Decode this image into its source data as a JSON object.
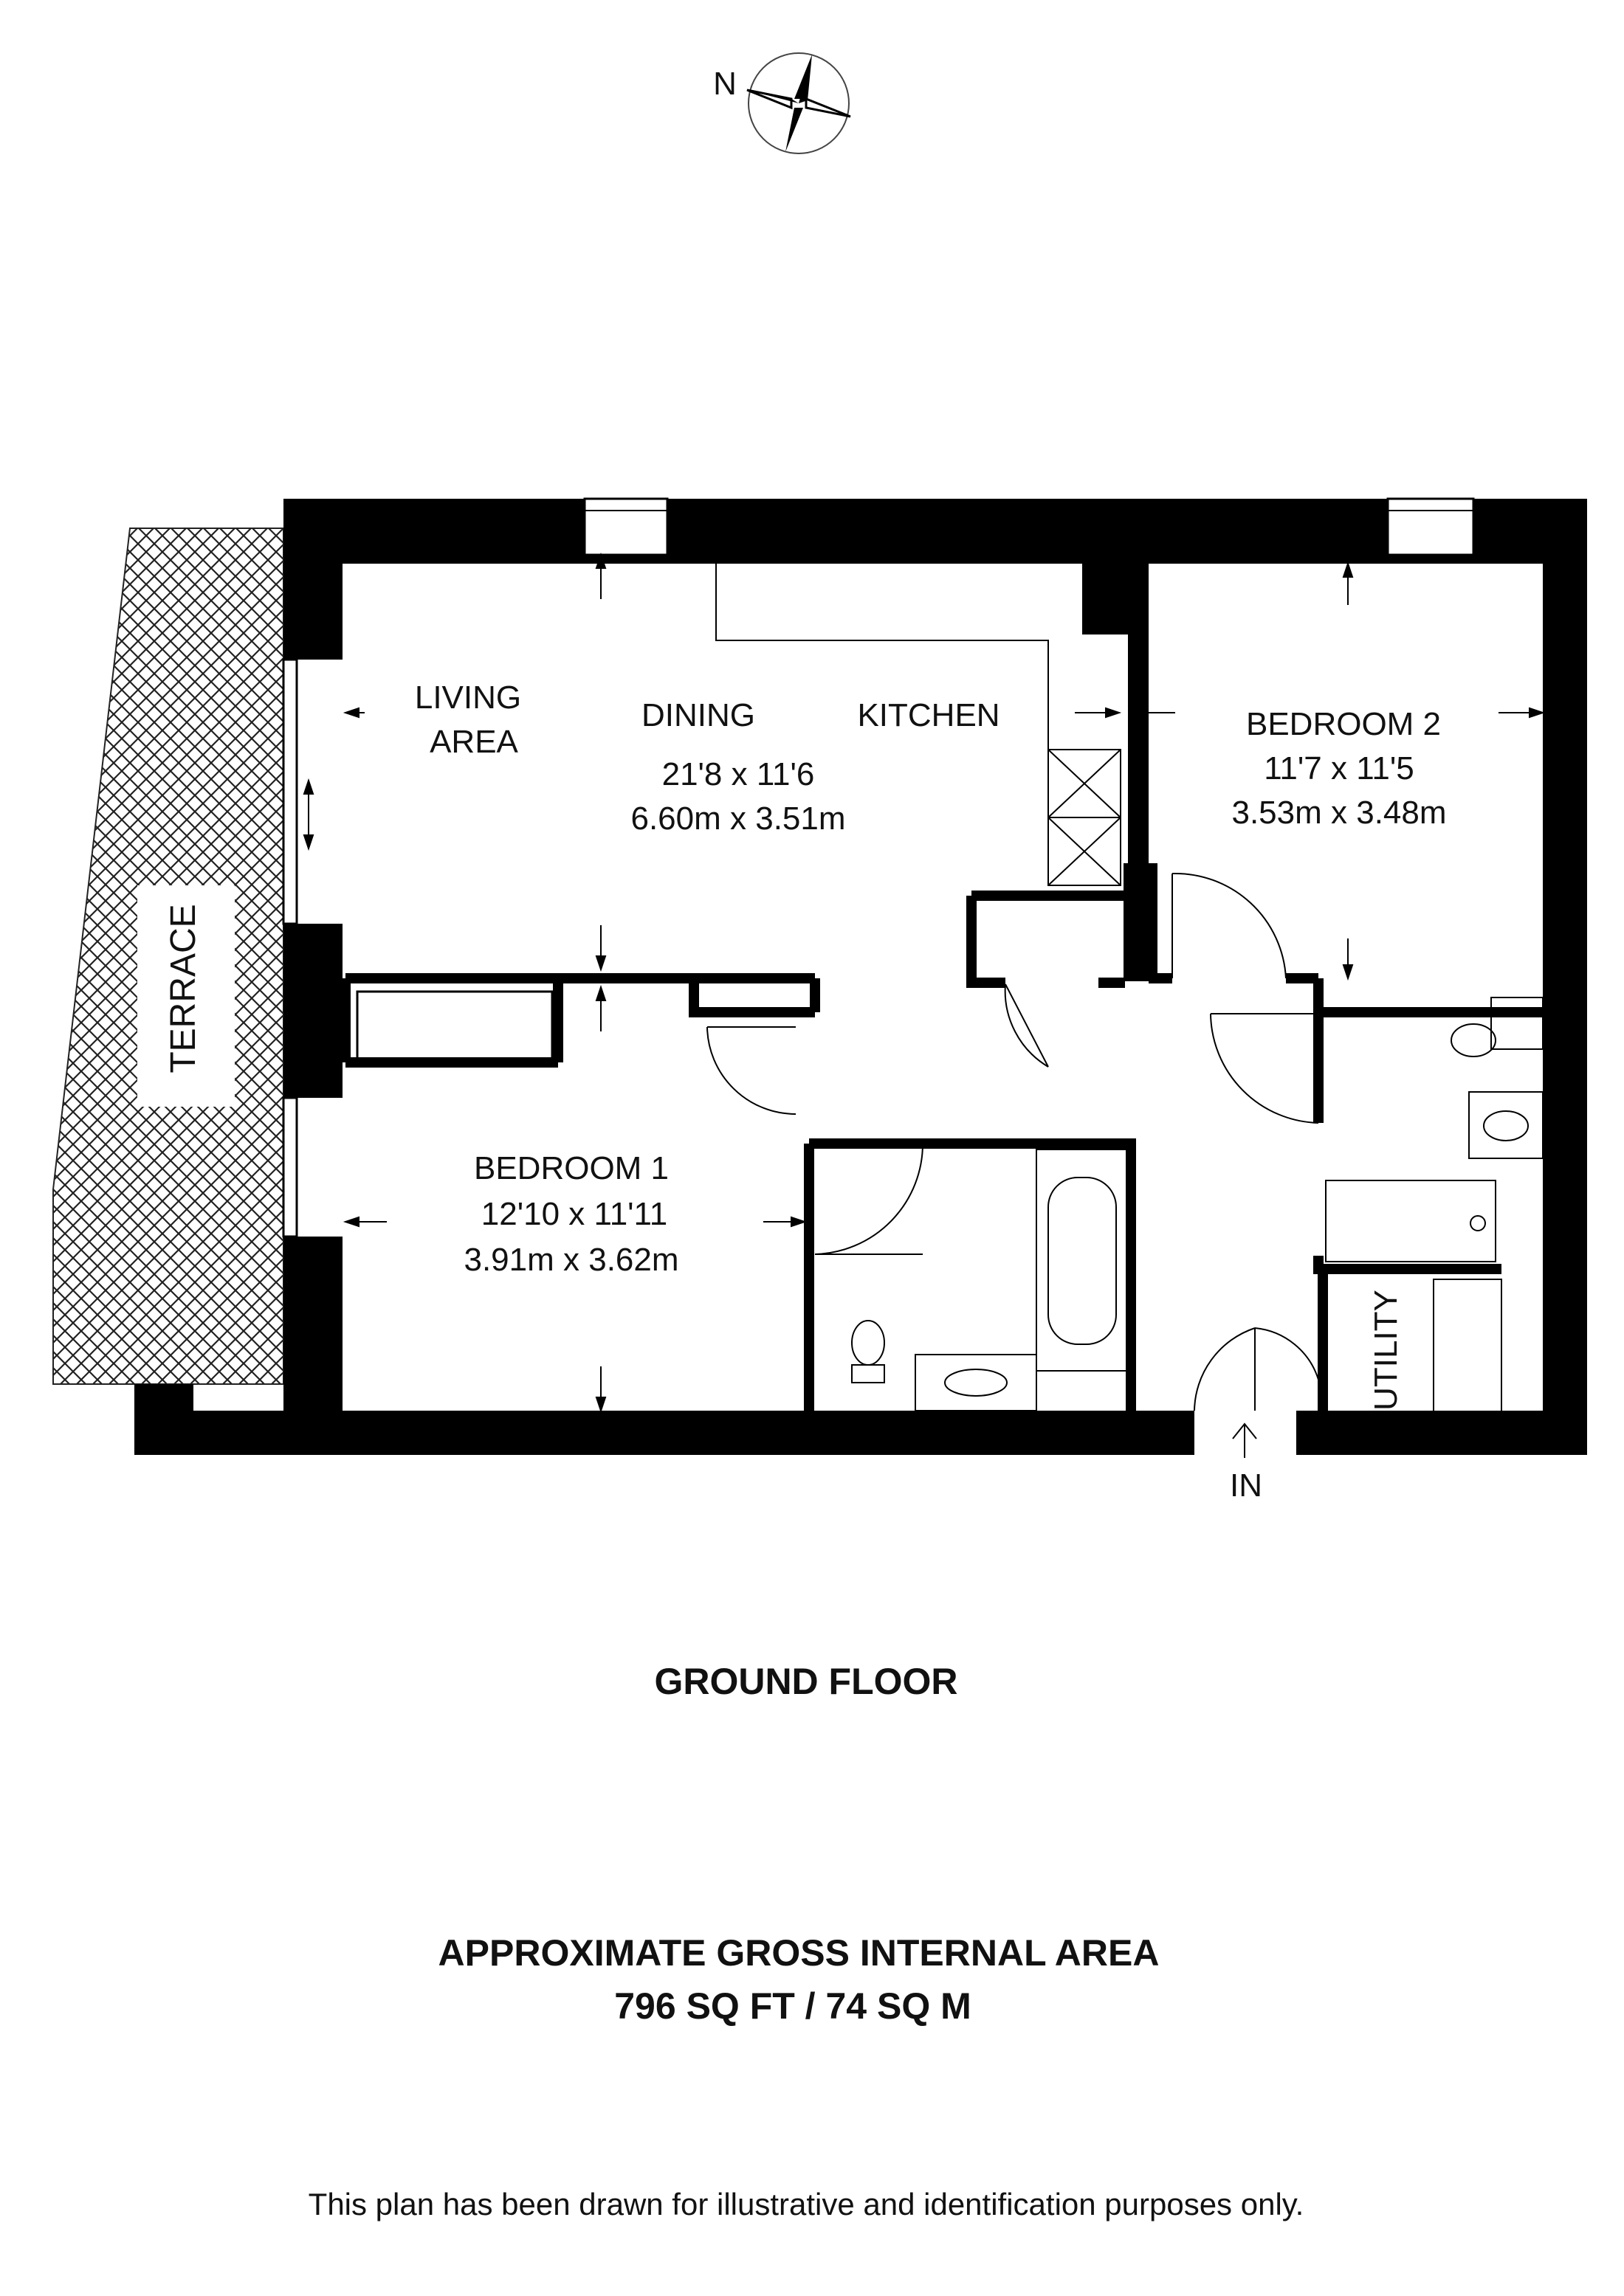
{
  "compass": {
    "north_label": "N"
  },
  "rooms": {
    "living": {
      "line1": "LIVING",
      "line2": "AREA"
    },
    "dining": {
      "label": "DINING"
    },
    "kitchen": {
      "label": "KITCHEN"
    },
    "open_plan": {
      "dim_imperial": "21'8 x 11'6",
      "dim_metric": "6.60m x 3.51m"
    },
    "bedroom2": {
      "label": "BEDROOM 2",
      "dim_imperial": "11'7 x 11'5",
      "dim_metric": "3.53m x 3.48m"
    },
    "bedroom1": {
      "label": "BEDROOM 1",
      "dim_imperial": "12'10 x 11'11",
      "dim_metric": "3.91m x 3.62m"
    },
    "terrace": {
      "label": "TERRACE"
    },
    "utility": {
      "label": "UTILITY"
    }
  },
  "entrance": {
    "label": "IN"
  },
  "floor_title": "GROUND FLOOR",
  "area": {
    "line1": "APPROXIMATE GROSS INTERNAL AREA",
    "line2": "796 SQ FT / 74 SQ M"
  },
  "disclaimer": "This plan has been drawn for illustrative and identification purposes only.",
  "colors": {
    "wall": "#000000",
    "line": "#111111",
    "background": "#ffffff"
  }
}
